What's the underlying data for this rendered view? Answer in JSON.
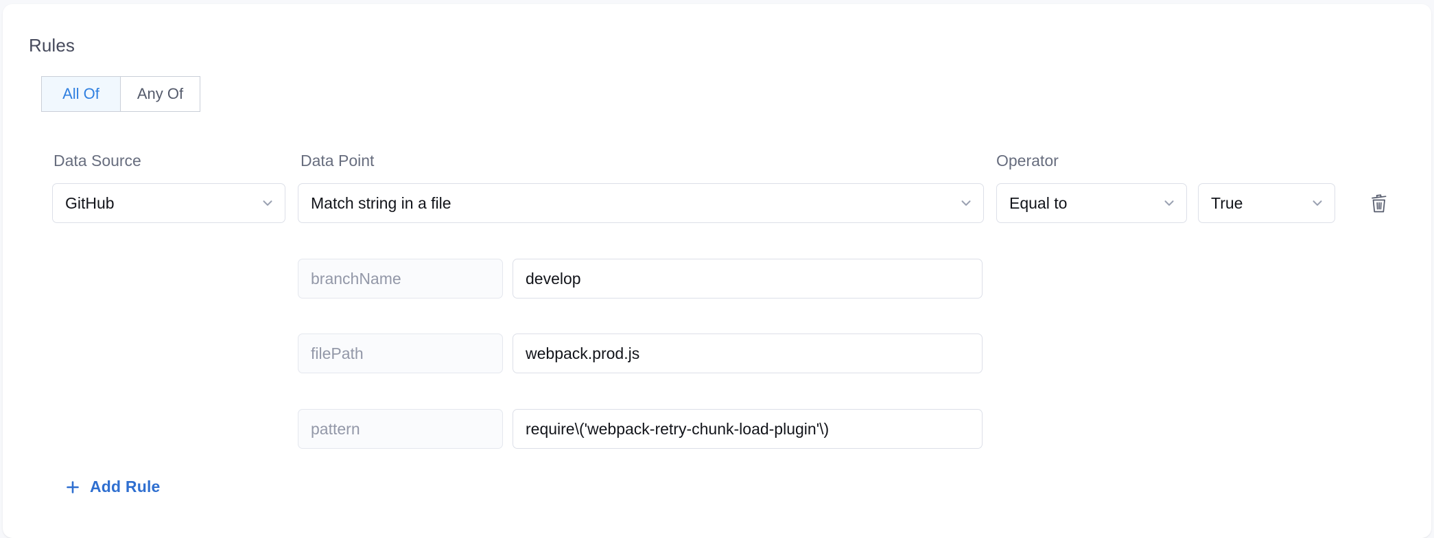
{
  "section": {
    "title": "Rules"
  },
  "match_toggle": {
    "options": [
      {
        "label": "All Of",
        "selected": true
      },
      {
        "label": "Any Of",
        "selected": false
      }
    ],
    "active_color": "#2f7fe0",
    "active_background": "#f1f8fe"
  },
  "columns": {
    "data_source_label": "Data Source",
    "data_point_label": "Data Point",
    "operator_label": "Operator"
  },
  "rule": {
    "data_source": "GitHub",
    "data_point": "Match string in a file",
    "operator": "Equal to",
    "operator_value": "True",
    "delete_icon": "trash-icon",
    "chevron_icon": "chevron-down-icon",
    "parameters": [
      {
        "key": "branchName",
        "value": "develop"
      },
      {
        "key": "filePath",
        "value": "webpack.prod.js"
      },
      {
        "key": "pattern",
        "value": "require\\('webpack-retry-chunk-load-plugin'\\)"
      }
    ]
  },
  "actions": {
    "add_rule_label": "Add Rule",
    "add_rule_icon": "plus-icon",
    "add_rule_color": "#2f6fd0"
  }
}
